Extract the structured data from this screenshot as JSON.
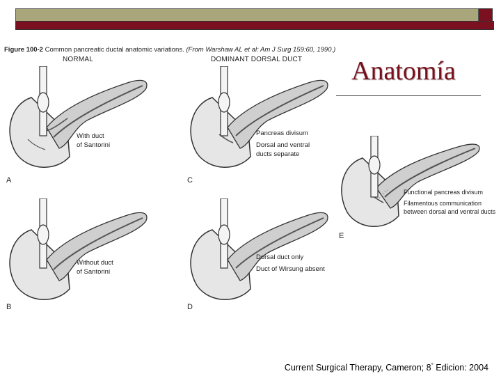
{
  "caption": {
    "figure": "Figure 100-2",
    "text": " Common pancreatic ductal anatomic variations. ",
    "source": "(From Warshaw AL et al: Am J Surg 159:60, 1990.)"
  },
  "headers": {
    "left": "NORMAL",
    "middle": "DOMINANT DORSAL DUCT"
  },
  "title": "Anatomía",
  "panels": [
    {
      "letter": "A",
      "lines": [
        "With duct",
        "of Santorini"
      ]
    },
    {
      "letter": "C",
      "lines": [
        "Pancreas divisum",
        "Dorsal and ventral",
        "ducts separate"
      ]
    },
    {
      "letter": "B",
      "lines": [
        "Without duct",
        "of Santorini"
      ]
    },
    {
      "letter": "D",
      "lines": [
        "Dorsal duct only",
        "Duct of Wirsung absent"
      ]
    },
    {
      "letter": "E",
      "lines": [
        "Functional pancreas divisum",
        "Filamentous communication",
        "between dorsal and ventral ducts"
      ]
    }
  ],
  "footer": {
    "text": "Current Surgical Therapy, Cameron; 8",
    "sup": "°",
    "edition": "  Edicion: 2004"
  }
}
